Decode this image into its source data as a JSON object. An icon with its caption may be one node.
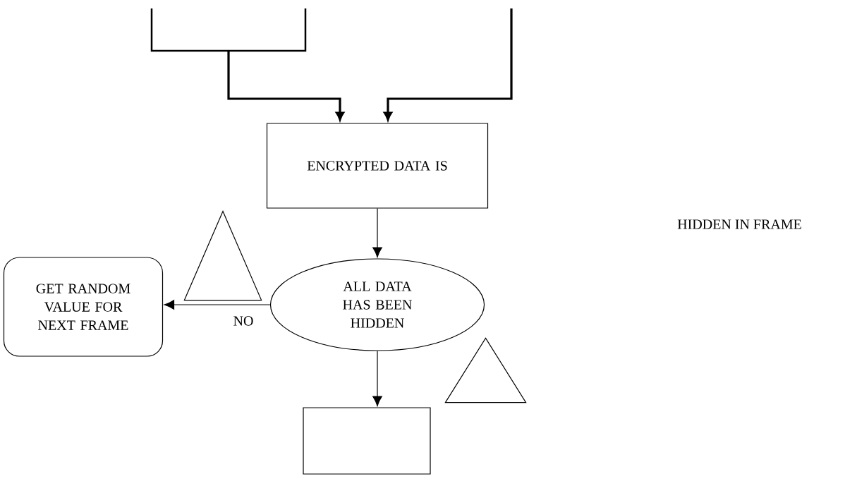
{
  "diagram": {
    "nodes": [
      {
        "text": [],
        "shape": "box"
      },
      {
        "text": [
          "ENCRYPTED DATA IS"
        ]
      },
      {
        "text": [
          "GET RANDOM VALUE FOR NEXT FRAME"
        ]
      },
      {
        "text": [
          "ALL DATA HAS BEEN HIDDEN"
        ]
      },
      {
        "text": [],
        "shape": "box"
      },
      {
        "text": [],
        "shape": "triangle"
      },
      {
        "text": [],
        "shape": "triangle"
      }
    ],
    "edges": [
      {
        "from": 0,
        "to": 1,
        "arrow": "to",
        "style": "thick"
      },
      {
        "from": null,
        "to": 1,
        "arrow": "to",
        "style": "thick"
      },
      {
        "from": 1,
        "to": 3,
        "arrow": "to"
      },
      {
        "from": 3,
        "to": 2,
        "arrow": "to",
        "label": "NO"
      },
      {
        "from": 3,
        "to": 4,
        "arrow": "to"
      }
    ],
    "labels": [
      "HIDDEN IN FRAME"
    ]
  }
}
